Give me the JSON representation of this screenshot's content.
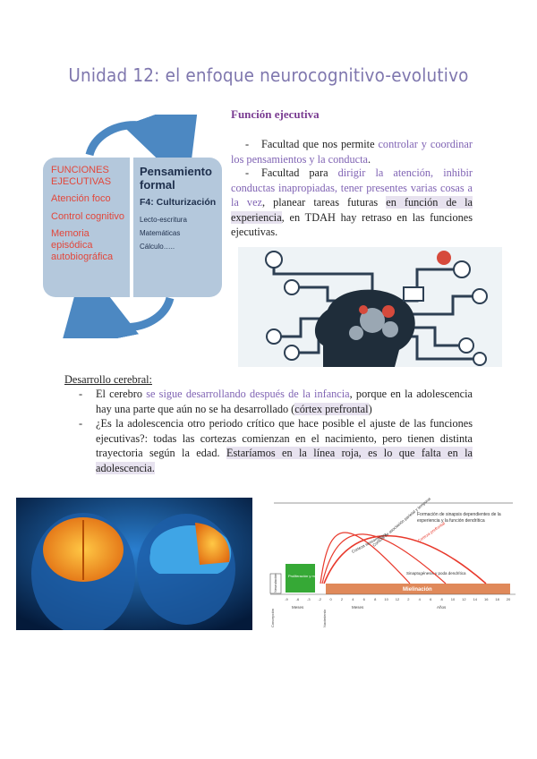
{
  "page": {
    "title": "Unidad 12: el enfoque neurocognitivo-evolutivo"
  },
  "diagram": {
    "left_title": "FUNCIONES EJECUTIVAS",
    "left_items": [
      "Atención foco",
      "Control cognitivo",
      "Memoria episódica autobiográfica"
    ],
    "right_title": "Pensamiento formal",
    "right_subtitle": "F4: Culturización",
    "right_items": [
      "Lecto-escritura",
      "Matemáticas",
      "Cálculo….."
    ]
  },
  "funcion_ejecutiva": {
    "heading": "Función ejecutiva",
    "p1": {
      "prefix": "Facultad que nos permite ",
      "purple": "controlar y coordinar los pensamientos y la conducta",
      "suffix": "."
    },
    "p2": {
      "a": "Facultad para ",
      "b_purple": "dirigir la atención, inhibir conductas inapropiadas, tener presentes varias cosas a la vez",
      "c": ", planear tareas futuras ",
      "d_hl": "en función de la experiencia",
      "e": ", en TDAH hay retraso en las funciones ejecutivas."
    }
  },
  "desarrollo": {
    "heading": "Desarrollo cerebral:",
    "b1": {
      "a": "El cerebro ",
      "b_purple": "se sigue desarrollando después de la infancia",
      "c": ", porque en la adolescencia hay una parte que aún no se ha desarrollado (",
      "d_hl": "córtex prefrontal",
      "e": ")"
    },
    "b2": {
      "a": "¿Es la adolescencia otro periodo crítico que hace posible el ajuste de las funciones ejecutivas?: todas las cortezas comienzan en el nacimiento, pero tienen distinta trayectoria según la edad. ",
      "b_hl": "Estaríamos en la línea roja, es lo que falta en la adolescencia."
    }
  },
  "graph": {
    "title_lines": [
      "Formación de sinapsis dependientes de la",
      "experiencia y la función dendrítica"
    ],
    "curve_labels": [
      "Corteza sensomotora",
      "Corteza de asociación parietal y temporal",
      "Corteza prefrontal"
    ],
    "other_labels": [
      "Sinaptogénesis y poda dendrítica",
      "Mielinación",
      "Proliferación y migración neural",
      "Neurulación"
    ],
    "axis_ticks": [
      "-9",
      "-6",
      "-3",
      "-2",
      "0",
      "2",
      "4",
      "6",
      "8",
      "10",
      "12",
      "2",
      "4",
      "6",
      "8",
      "10",
      "12",
      "14",
      "16",
      "18",
      "20"
    ],
    "axis_groups": [
      "Meses",
      "Meses",
      "Años"
    ],
    "side_labels": [
      "Concepción",
      "Nacimiento"
    ],
    "colors": {
      "sensory": "#e8392c",
      "assoc": "#e8392c",
      "prefrontal": "#e8392c",
      "myelin": "#e0895a"
    }
  },
  "icons": [
    "brain-network-icon",
    "loop-arrow-icon"
  ]
}
